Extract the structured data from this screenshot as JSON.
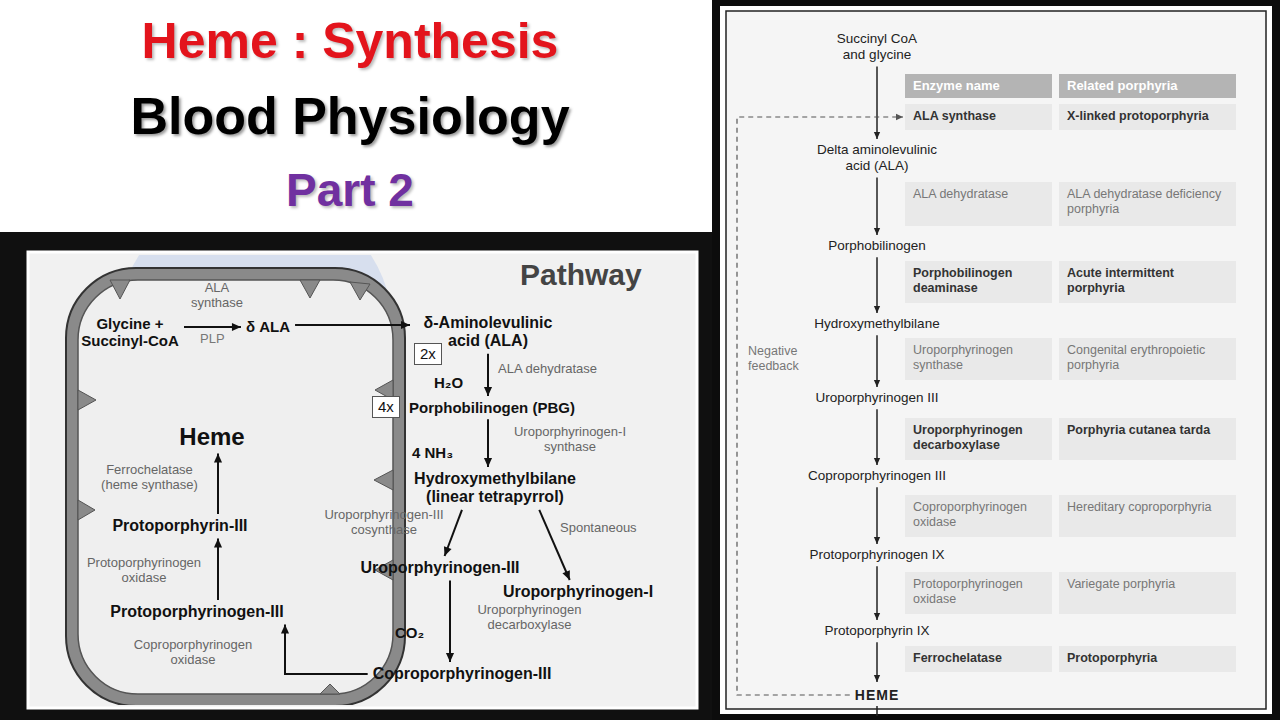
{
  "diagram": {
    "title": "Heme : Synthesis",
    "nodes": [
      {
        "text": [
          "Glycine + Succinyl-CoA"
        ]
      },
      {
        "text": [
          "δ ALA"
        ]
      },
      {
        "text": [
          "δ-Aminolevulinic acid (ALA)"
        ]
      },
      {
        "text": [
          "2x"
        ]
      },
      {
        "text": [
          "4x"
        ]
      },
      {
        "text": [
          "Porphobilinogen (PBG)"
        ]
      },
      {
        "text": [
          "Hydroxymethylbilane (linear tetrapyrrol)"
        ]
      },
      {
        "text": [
          "Uroporphyrinogen-III"
        ]
      },
      {
        "text": [
          "Uroporphyrinogen-I"
        ]
      },
      {
        "text": [
          "Coproporphyrinogen-III"
        ]
      },
      {
        "text": [
          "Protoporphyrinogen-III"
        ]
      },
      {
        "text": [
          "Protoporphyrin-III"
        ]
      },
      {
        "text": [
          "Heme"
        ]
      },
      {
        "text": [
          "Succinyl CoA and glycine"
        ]
      },
      {
        "text": [
          "Enzyme name"
        ]
      },
      {
        "text": [
          "Related porphyria"
        ]
      },
      {
        "text": [
          "ALA synthase"
        ]
      },
      {
        "text": [
          "X-linked protoporphyria"
        ]
      },
      {
        "text": [
          "Delta aminolevulinic acid (ALA)"
        ]
      },
      {
        "text": [
          "ALA dehydratase"
        ]
      },
      {
        "text": [
          "ALA dehydratase deficiency porphyria"
        ]
      },
      {
        "text": [
          "Porphobilinogen"
        ]
      },
      {
        "text": [
          "Porphobilinogen deaminase"
        ]
      },
      {
        "text": [
          "Acute intermittent porphyria"
        ]
      },
      {
        "text": [
          "Hydroxymethylbilane"
        ]
      },
      {
        "text": [
          "Uroporphyrinogen synthase"
        ]
      },
      {
        "text": [
          "Congenital erythropoietic porphyria"
        ]
      },
      {
        "text": [
          "Uroporphyrinogen III"
        ]
      },
      {
        "text": [
          "Uroporphyrinogen decarboxylase"
        ]
      },
      {
        "text": [
          "Porphyria cutanea tarda"
        ]
      },
      {
        "text": [
          "Coproporphyrinogen III"
        ]
      },
      {
        "text": [
          "Coproporphyrinogen oxidase"
        ]
      },
      {
        "text": [
          "Hereditary coproporphyria"
        ]
      },
      {
        "text": [
          "Protoporphyrinogen IX"
        ]
      },
      {
        "text": [
          "Protoporphyrinogen oxidase"
        ]
      },
      {
        "text": [
          "Variegate porphyria"
        ]
      },
      {
        "text": [
          "Protoporphyrin IX"
        ]
      },
      {
        "text": [
          "Ferrochelatase"
        ]
      },
      {
        "text": [
          "Protoporphyria"
        ]
      },
      {
        "text": [
          "HEME"
        ]
      }
    ],
    "edges": [
      {
        "from": 0,
        "to": 1,
        "label": "ALA synthase",
        "arrow": "to"
      },
      {
        "from": 1,
        "to": 2,
        "arrow": "to"
      },
      {
        "from": 2,
        "to": 5,
        "label": "ALA dehydratase",
        "arrow": "to"
      },
      {
        "from": 5,
        "to": 6,
        "label": "Uroporphyrinogen-I synthase",
        "arrow": "to"
      },
      {
        "from": 6,
        "to": 7,
        "label": "Uroporphyrinogen-III cosynthase",
        "arrow": "to"
      },
      {
        "from": 6,
        "to": 8,
        "label": "Spontaneous",
        "arrow": "to"
      },
      {
        "from": 7,
        "to": 9,
        "label": "Uroporphyrinogen decarboxylase",
        "arrow": "to"
      },
      {
        "from": 9,
        "to": 10,
        "label": "Coproporphyrinogen oxidase",
        "arrow": "to"
      },
      {
        "from": 10,
        "to": 11,
        "label": "Protoporphyrinogen oxidase",
        "arrow": "to"
      },
      {
        "from": 11,
        "to": 12,
        "label": "Ferrochelatase (heme synthase)",
        "arrow": "to"
      },
      {
        "from": 13,
        "to": 18,
        "arrow": "to"
      },
      {
        "from": 18,
        "to": 21,
        "arrow": "to"
      },
      {
        "from": 21,
        "to": 24,
        "arrow": "to"
      },
      {
        "from": 24,
        "to": 27,
        "arrow": "to"
      },
      {
        "from": 27,
        "to": 30,
        "arrow": "to"
      },
      {
        "from": 30,
        "to": 33,
        "arrow": "to"
      },
      {
        "from": 33,
        "to": 36,
        "arrow": "to"
      },
      {
        "from": 36,
        "to": 39,
        "arrow": "to"
      },
      {
        "from": 39,
        "to": 16,
        "label": "Negative feedback",
        "arrow": "to"
      }
    ],
    "labels": [
      "Blood Physiology",
      "Part 2",
      "Pathway",
      "PLP",
      "H₂O",
      "4 NH₃",
      "CO₂"
    ]
  }
}
